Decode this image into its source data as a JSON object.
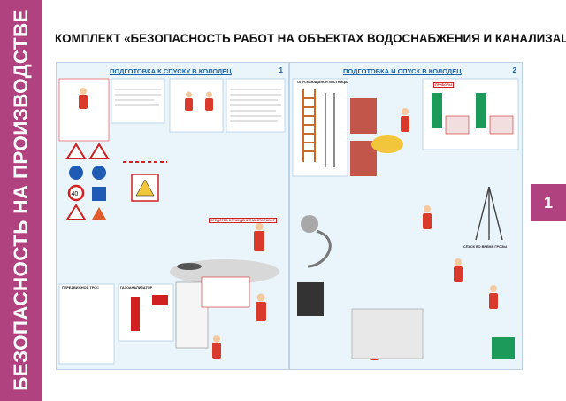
{
  "side_label": "БЕЗОПАСНОСТЬ НА ПРОИЗВОДСТВЕ",
  "title": "КОМПЛЕКТ «БЕЗОПАСНОСТЬ РАБОТ НА ОБЪЕКТАХ ВОДОСНАБЖЕНИЯ И КАНАЛИЗАЦИИ»",
  "badge_number": "1",
  "posters": [
    {
      "number": "1",
      "title": "ПОДГОТОВКА К СПУСКУ В КОЛОДЕЦ",
      "labels": [
        "ПЕРЕДВИЖНОЙ ТРОС",
        "ГАЗОАНАЛИЗАТОР",
        "СРЕДСТВА ОГРАЖДЕНИЯ МЕСТА РАБОТ"
      ]
    },
    {
      "number": "2",
      "title": "ПОДГОТОВКА И СПУСК В КОЛОДЕЦ",
      "labels": [
        "ОПУСКАЮЩАЯСЯ ЛЕСТНИЦА",
        "ПРИБОРЫ",
        "СПУСК ВО ВРЕМЯ ГРОЗЫ"
      ]
    }
  ],
  "colors": {
    "band": "#b0437f",
    "poster_title": "#1860a8",
    "poster_bg": "#eaf4fb"
  }
}
